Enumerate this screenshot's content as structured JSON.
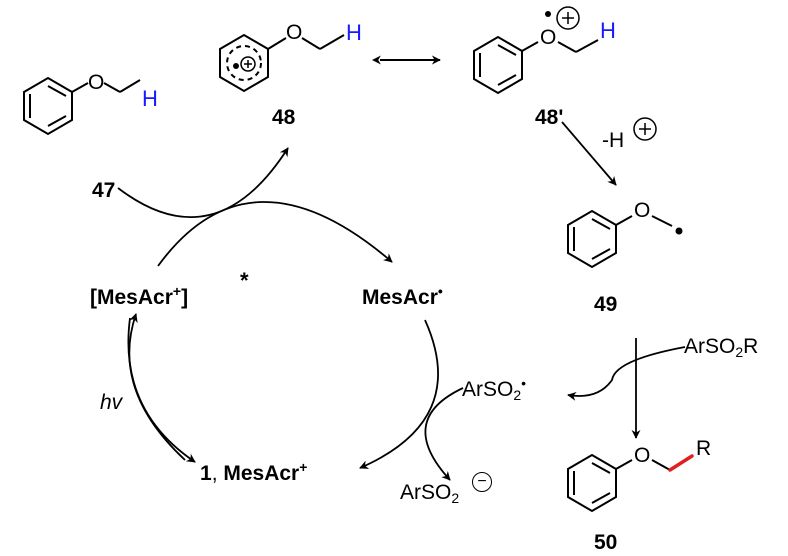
{
  "compounds": {
    "c47": {
      "label": "47",
      "O": "O",
      "H": "H"
    },
    "c48": {
      "label": "48",
      "O": "O",
      "H": "H"
    },
    "c48p": {
      "label": "48'",
      "O": "O",
      "H": "H"
    },
    "c49": {
      "label": "49",
      "O": "O"
    },
    "c50": {
      "label": "50",
      "O": "O",
      "R": "R"
    }
  },
  "cycle": {
    "excited": {
      "main": "[MesAcr",
      "charge": "+",
      "close": "]",
      "star": "*"
    },
    "radical": {
      "main": "MesAcr",
      "dot": "•"
    },
    "ground": {
      "num": "1",
      "sep": ", ",
      "main": "MesAcr",
      "charge": "+"
    },
    "light": "hv"
  },
  "reagents": {
    "deprotonation": {
      "minus_h": "-H",
      "plus": "+"
    },
    "sulfone": {
      "ar": "ArSO",
      "sub": "2",
      "r": "R"
    },
    "sulfonyl_radical": {
      "ar": "ArSO",
      "sub": "2",
      "dot": "•"
    },
    "sulfinate": {
      "ar": "ArSO",
      "sub": "2",
      "minus": "−"
    }
  },
  "colors": {
    "hydrogen": "#1a1aff",
    "new_bond": "#e02020",
    "ink": "#000000"
  }
}
